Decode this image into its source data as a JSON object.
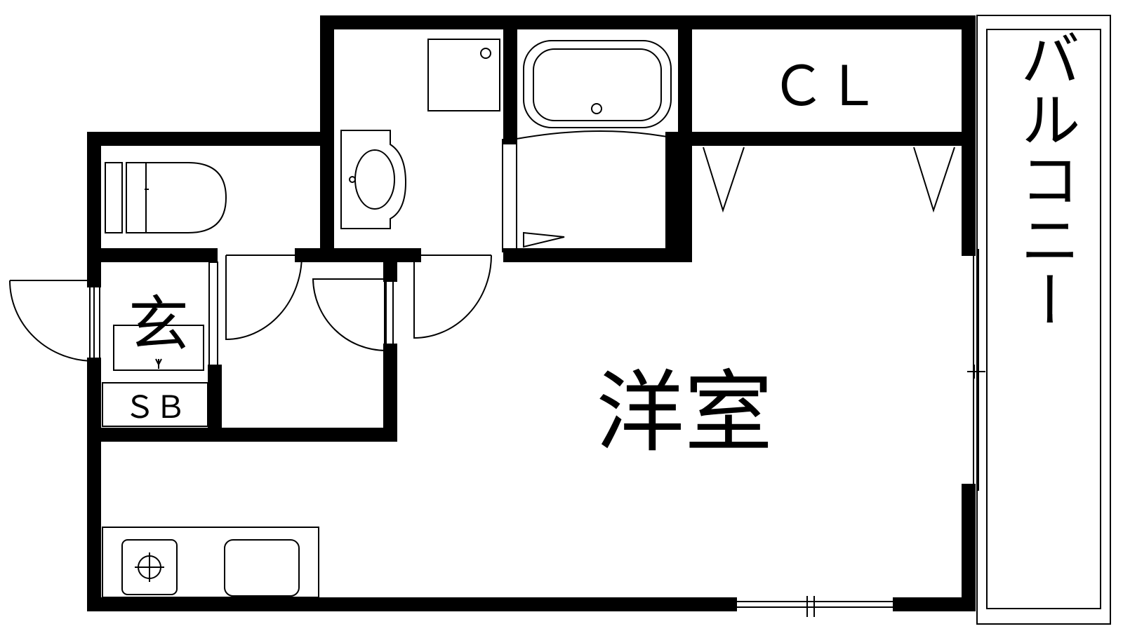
{
  "rooms": {
    "closet": "ＣＬ",
    "balcony": "バルコニー",
    "western_room": "洋室",
    "entrance": "玄",
    "shoe_box": "ＳＢ"
  },
  "colors": {
    "wall": "#000000",
    "background": "#ffffff",
    "line": "#000000"
  }
}
